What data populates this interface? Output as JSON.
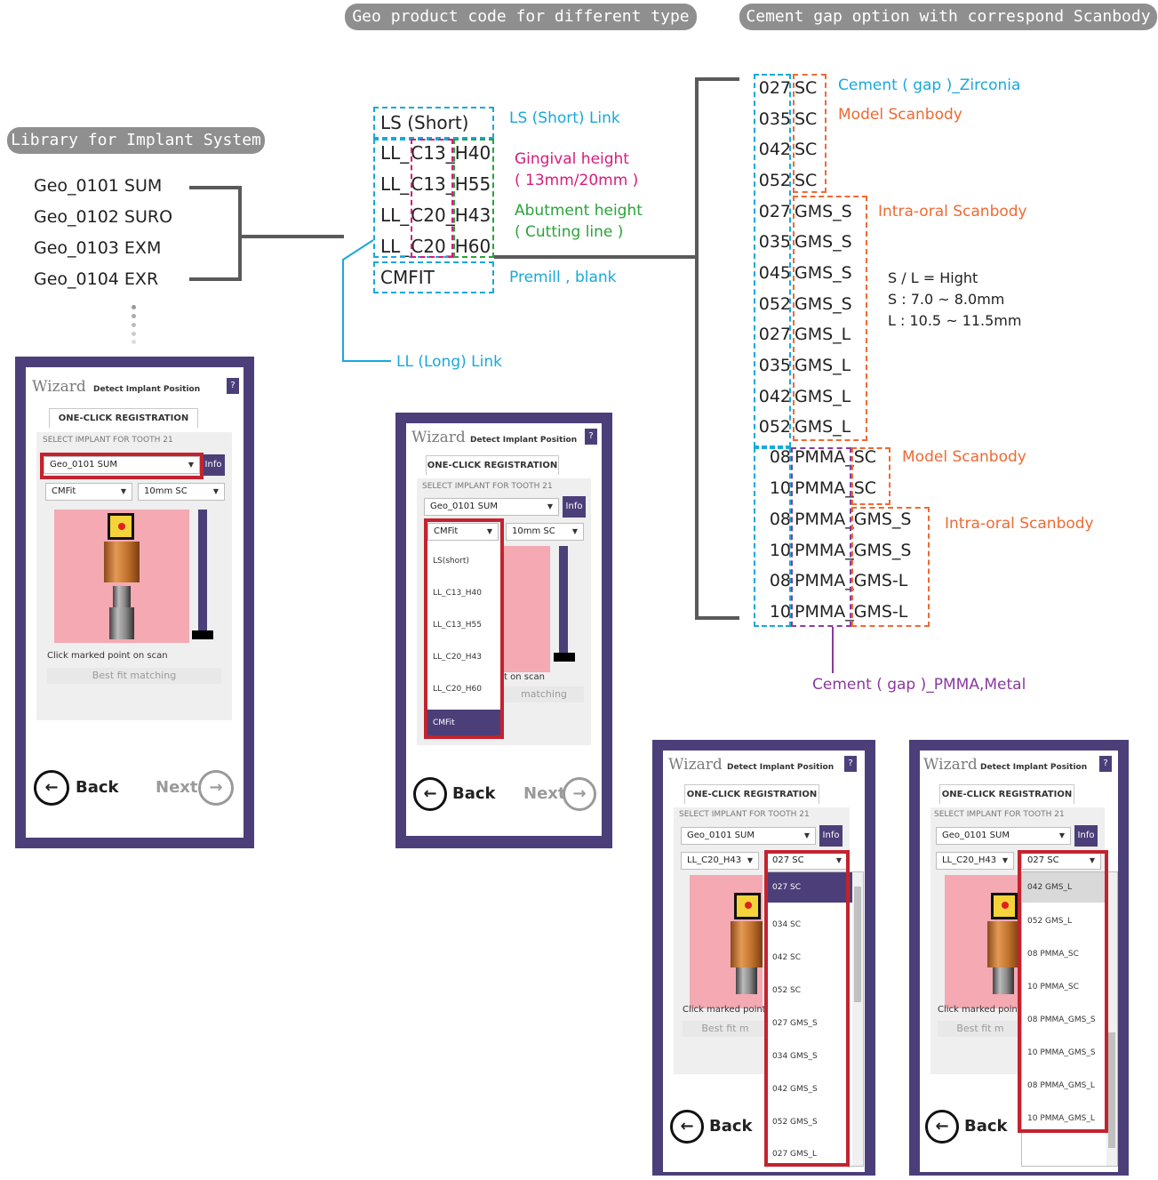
{
  "pills": {
    "library": "Library for Implant System",
    "geo": "Geo product code for different type",
    "cement": "Cement gap option with correspond Scanbody"
  },
  "library_items": [
    "Geo_0101 SUM",
    "Geo_0102 SURO",
    "Geo_0103 EXM",
    "Geo_0104 EXR"
  ],
  "codes": {
    "ls": "LS (Short)",
    "rows": [
      [
        "LL",
        "C13",
        "H40"
      ],
      [
        "LL",
        "C13",
        "H55"
      ],
      [
        "LL",
        "C20",
        "H43"
      ],
      [
        "LL",
        "C20",
        "H60"
      ]
    ],
    "cmfit": "CMFIT"
  },
  "code_annotations": {
    "ls_link": "LS (Short) Link",
    "gingival": "Gingival height",
    "gingival_sub": "( 13mm/20mm )",
    "abutment": "Abutment height",
    "abutment_sub": "( Cutting line )",
    "premill": "Premill , blank",
    "ll_link": "LL (Long) Link"
  },
  "gap_rows": [
    [
      "027",
      "SC"
    ],
    [
      "035",
      "SC"
    ],
    [
      "042",
      "SC"
    ],
    [
      "052",
      "SC"
    ],
    [
      "027",
      "GMS_S"
    ],
    [
      "035",
      "GMS_S"
    ],
    [
      "045",
      "GMS_S"
    ],
    [
      "052",
      "GMS_S"
    ],
    [
      "027",
      "GMS_L"
    ],
    [
      "035",
      "GMS_L"
    ],
    [
      "042",
      "GMS_L"
    ],
    [
      "052",
      "GMS_L"
    ],
    [
      "08",
      "PMMA_SC"
    ],
    [
      "10",
      "PMMA_SC"
    ],
    [
      "08",
      "PMMA_GMS_S"
    ],
    [
      "10",
      "PMMA_GMS_S"
    ],
    [
      "08",
      "PMMA_GMS-L"
    ],
    [
      "10",
      "PMMA_GMS-L"
    ]
  ],
  "gap_annotations": {
    "zirconia": "Cement ( gap )_Zirconia",
    "model1": "Model Scanbody",
    "intra1": "Intra-oral Scanbody",
    "model2": "Model Scanbody",
    "intra2": "Intra-oral Scanbody",
    "pmma": "Cement ( gap )_PMMA,Metal"
  },
  "height_note": [
    "S / L = Hight",
    "S : 7.0 ~ 8.0mm",
    "L : 10.5 ~ 11.5mm"
  ],
  "wizard": {
    "title": "Wizard",
    "subtitle": "Detect Implant Position",
    "help": "?",
    "tab": "ONE-CLICK REGISTRATION",
    "select_label": "SELECT IMPLANT FOR TOOTH 21",
    "implant": "Geo_0101 SUM",
    "info": "Info",
    "type1": "CMFit",
    "gap1": "10mm SC",
    "type2": "LL_C20_H43",
    "gap2": "027 SC",
    "click_text": "Click marked point on scan",
    "click_text_cut": "Click marked point",
    "click_text_short": "Click marked poin",
    "click_text_tail": "t on scan",
    "best_fit": "Best fit matching",
    "best_fit_cut": "Best fit m",
    "best_fit_tail": "matching",
    "back": "Back",
    "next": "Next"
  },
  "type_dropdown": [
    "LS(short)",
    "LL_C13_H40",
    "LL_C13_H55",
    "LL_C20_H43",
    "LL_C20_H60",
    "CMFit"
  ],
  "gap_dropdown_a": [
    "027 SC",
    "034 SC",
    "042 SC",
    "052 SC",
    "027 GMS_S",
    "034 GMS_S",
    "042 GMS_S",
    "052 GMS_S",
    "027 GMS_L"
  ],
  "gap_dropdown_b": [
    "042 GMS_L",
    "052 GMS_L",
    "08 PMMA_SC",
    "10 PMMA_SC",
    "08 PMMA_GMS_S",
    "10 PMMA_GMS_S",
    "08 PMMA_GMS_L",
    "10 PMMA_GMS_L"
  ],
  "colors": {
    "panel": "#4c3f79",
    "red_box": "#c2232f",
    "cyan": "#19a8db",
    "magenta": "#d61c7b",
    "green": "#2aa33a",
    "orange": "#ee6a33",
    "purple": "#8a3a9e"
  }
}
